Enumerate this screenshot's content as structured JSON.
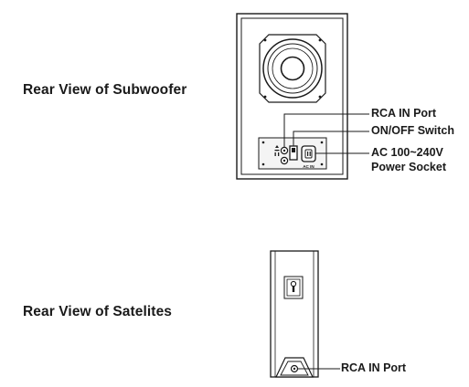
{
  "subwoofer": {
    "heading": "Rear View of Subwoofer",
    "labels": {
      "rca_in": "RCA IN Port",
      "on_off": "ON/OFF Switch",
      "power_line1": "AC 100~240V",
      "power_line2": "Power Socket"
    },
    "panel_markings": {
      "power_socket": "AC IN"
    }
  },
  "satellites": {
    "heading": "Rear View of Satelites",
    "labels": {
      "rca_in": "RCA IN Port"
    }
  },
  "colors": {
    "ink": "#1a1a1a",
    "panel_fill": "#f4f4f4",
    "white": "#ffffff"
  }
}
